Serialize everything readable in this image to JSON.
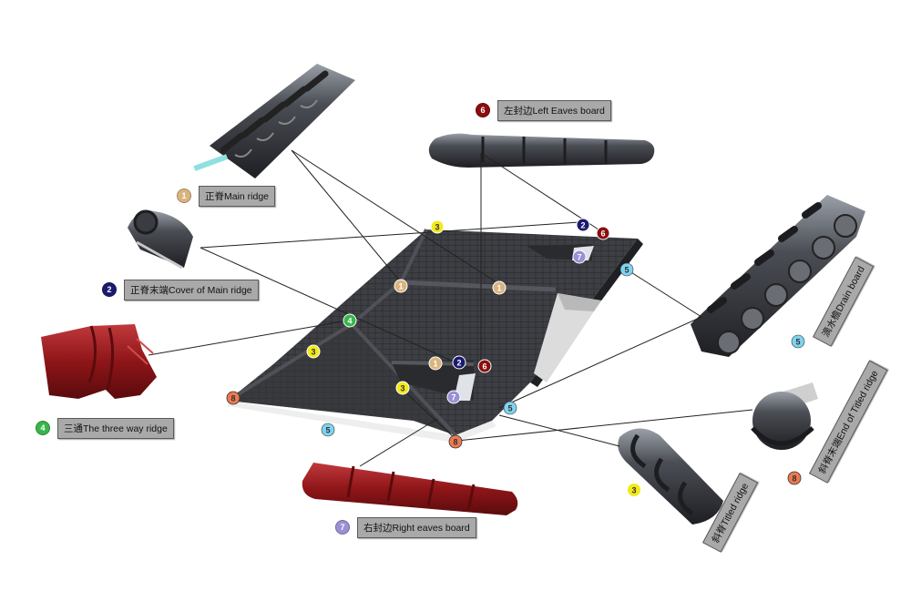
{
  "parts": {
    "p1": {
      "number": "1",
      "label": "正脊Main ridge",
      "color": "#d9b47e"
    },
    "p2": {
      "number": "2",
      "label": "正脊末端Cover of Main ridge",
      "color": "#1a1a6e"
    },
    "p3": {
      "number": "3",
      "label": "斜脊Titled ridge",
      "color": "#f2ea1a"
    },
    "p4": {
      "number": "4",
      "label": "三通The three way ridge",
      "color": "#39b54a"
    },
    "p5": {
      "number": "5",
      "label": "滴水檐Drain board",
      "color": "#7fd3f0"
    },
    "p6": {
      "number": "6",
      "label": "左封边Left Eaves board",
      "color": "#8b0d0d"
    },
    "p7": {
      "number": "7",
      "label": "右封边Right eaves board",
      "color": "#9b8fd6"
    },
    "p8": {
      "number": "8",
      "label": "斜脊末端End of Titled ridge",
      "color": "#ee7a50"
    }
  },
  "colors": {
    "roof": "#3d3f44",
    "roof_dark": "#2a2b2f",
    "ridge_metal": "#4a4c52",
    "red_part": "#8e1518",
    "leader": "#222222"
  }
}
